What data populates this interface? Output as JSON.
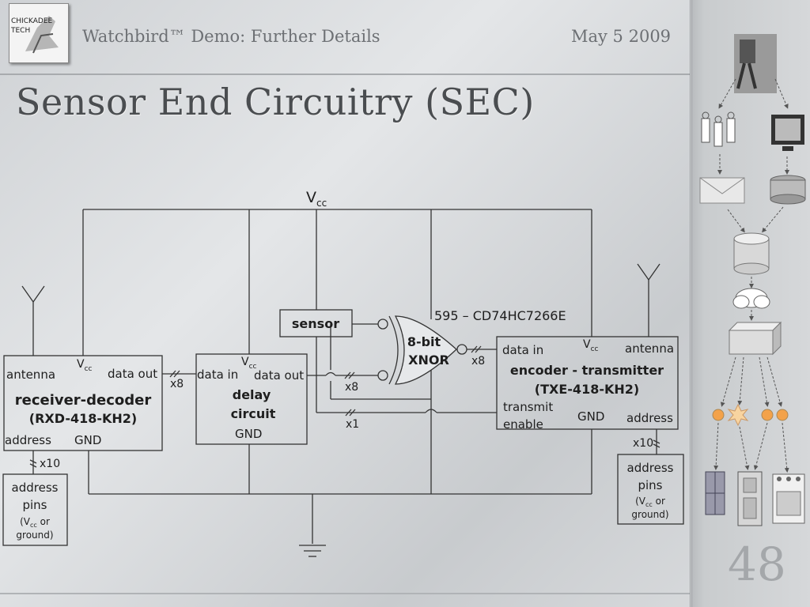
{
  "header": {
    "title": "Watchbird™ Demo: Further Details",
    "date": "May 5 2009"
  },
  "slide": {
    "title": "Sensor End Circuitry (SEC)",
    "page_number": "48"
  },
  "logo": {
    "line1": "CHICKADEE",
    "line2": "TECH"
  },
  "diagram": {
    "vcc_top": {
      "main": "V",
      "sub": "cc"
    },
    "receiver": {
      "name": "receiver-decoder",
      "part": "(RXD-418-KH2)",
      "antenna": "antenna",
      "vcc": {
        "main": "V",
        "sub": "cc"
      },
      "data_out": "data out",
      "address": "address",
      "gnd": "GND"
    },
    "delay": {
      "name_line1": "delay",
      "name_line2": "circuit",
      "vcc": {
        "main": "V",
        "sub": "cc"
      },
      "data_in": "data in",
      "data_out": "data out",
      "gnd": "GND"
    },
    "sensor": {
      "label": "sensor"
    },
    "xnor": {
      "line1": "8-bit",
      "line2": "XNOR",
      "part": "595 – CD74HC7266E"
    },
    "encoder": {
      "name": "encoder - transmitter",
      "part": "(TXE-418-KH2)",
      "data_in": "data in",
      "vcc": {
        "main": "V",
        "sub": "cc"
      },
      "antenna": "antenna",
      "transmit_line1": "transmit",
      "transmit_line2": "enable",
      "gnd": "GND",
      "address": "address"
    },
    "bus_labels": {
      "x8_a": "x8",
      "x8_b": "x8",
      "x8_c": "x8",
      "x1": "x1",
      "x10_left": "x10",
      "x10_right": "x10"
    },
    "address_pins_left": {
      "line1": "address",
      "line2": "pins",
      "sub_a": "(V",
      "sub_cc": "cc",
      "sub_b": " or",
      "line4": "ground)"
    },
    "address_pins_right": {
      "line1": "address",
      "line2": "pins",
      "sub_a": "(V",
      "sub_cc": "cc",
      "sub_b": " or",
      "line4": "ground)"
    }
  }
}
